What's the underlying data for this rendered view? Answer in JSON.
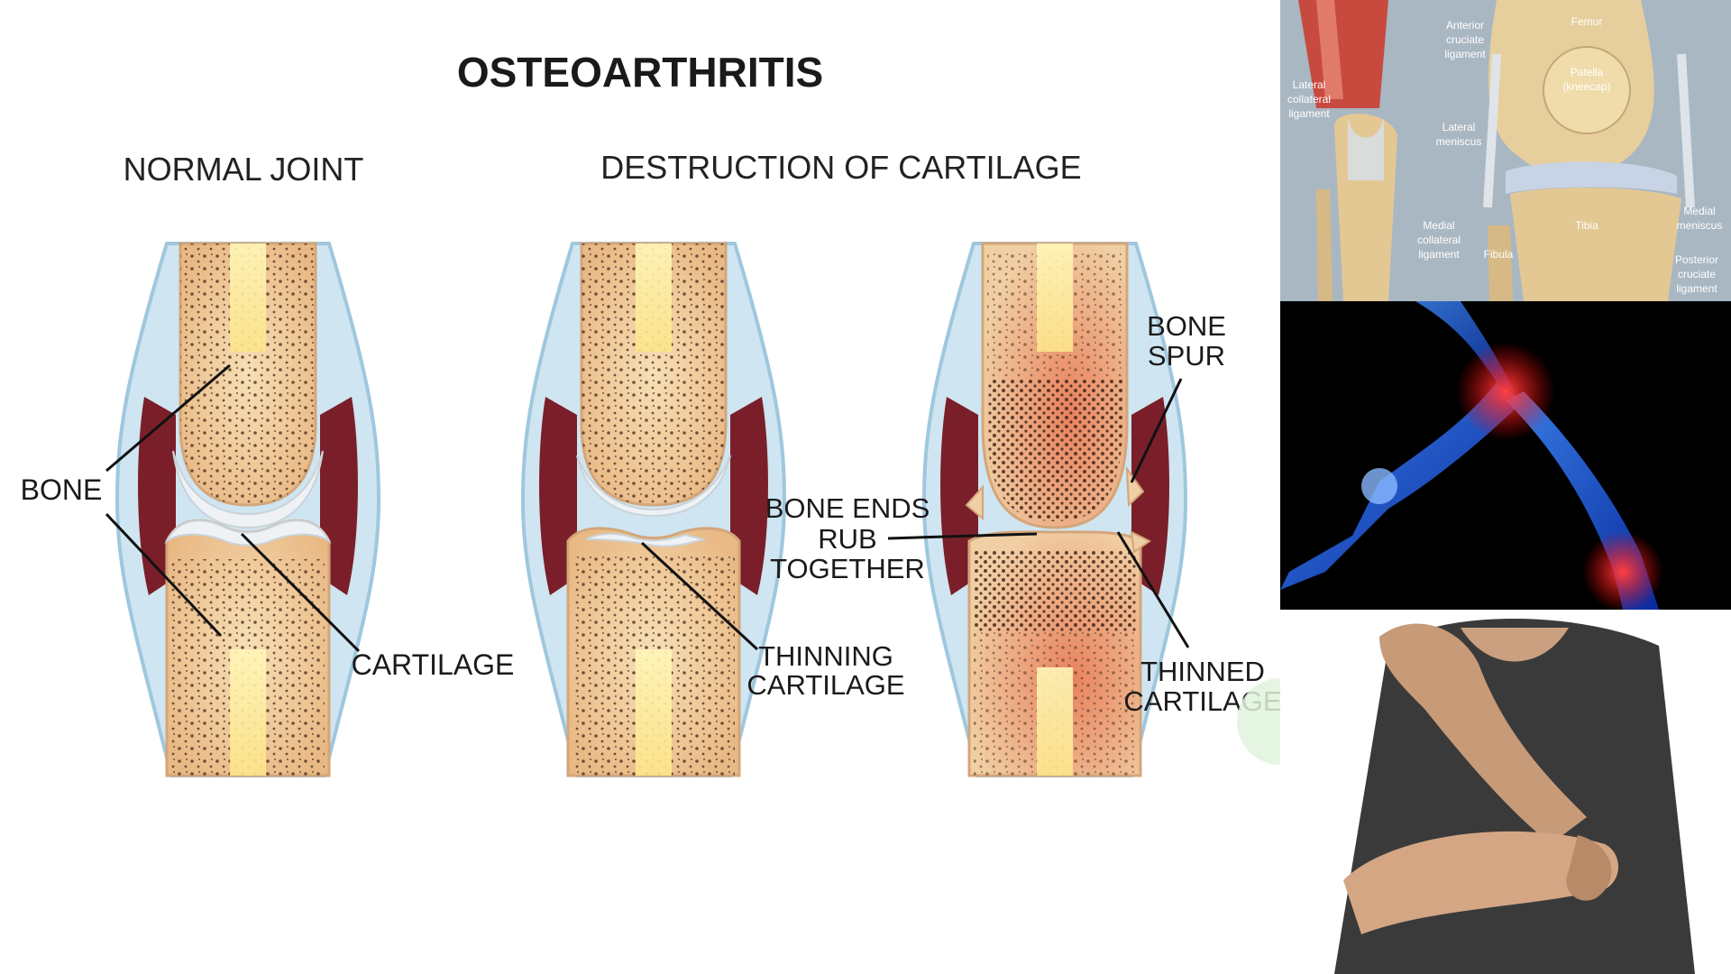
{
  "diagram": {
    "title": "OSTEOARTHRITIS",
    "normal_heading": "NORMAL JOINT",
    "destruction_heading": "DESTRUCTION OF CARTILAGE",
    "labels": {
      "bone": "BONE",
      "cartilage": "CARTILAGE",
      "thinning_1": "THINNING",
      "thinning_2": "CARTILAGE",
      "bone_ends_1": "BONE ENDS",
      "bone_ends_2": "RUB",
      "bone_ends_3": "TOGETHER",
      "bone_spur_1": "BONE",
      "bone_spur_2": "SPUR",
      "thinned_1": "THINNED",
      "thinned_2": "CARTILAGE"
    }
  },
  "knee_anatomy": {
    "femur": "Femur",
    "acl_1": "Anterior",
    "acl_2": "cruciate",
    "acl_3": "ligament",
    "patella_1": "Patella",
    "patella_2": "(kneecap)",
    "lcl_1": "Lateral",
    "lcl_2": "collateral",
    "lcl_3": "ligament",
    "lat_men_1": "Lateral",
    "lat_men_2": "meniscus",
    "med_men_1": "Medial",
    "med_men_2": "meniscus",
    "mcl_1": "Medial",
    "mcl_2": "collateral",
    "mcl_3": "ligament",
    "tibia": "Tibia",
    "fibula": "Fibula",
    "pcl_1": "Posterior",
    "pcl_2": "cruciate",
    "pcl_3": "ligament"
  },
  "colors": {
    "bone_fill": "#f3d3a6",
    "cartilage": "#e9eef2",
    "synovial": "#7a1f2a",
    "capsule": "#b9d9ea",
    "runner_bg": "#000000",
    "runner_glow": "#2f6dff",
    "pain": "#ff2020"
  }
}
